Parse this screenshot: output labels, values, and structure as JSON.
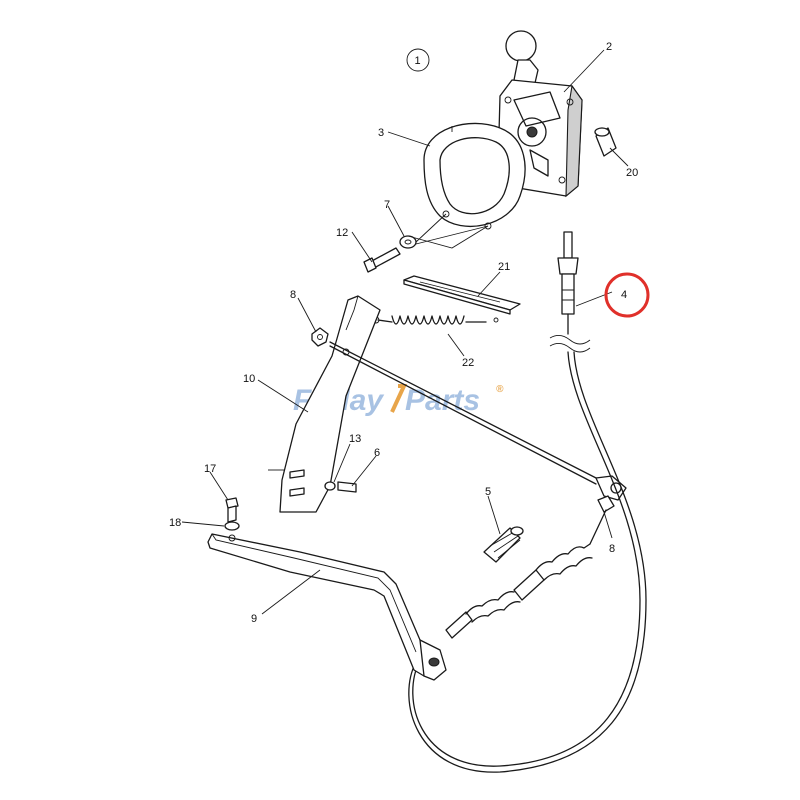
{
  "watermark": {
    "text_left": "Friday",
    "text_right": "Parts",
    "reg_mark": "®"
  },
  "colors": {
    "highlight": "#e0302a",
    "watermark_blue": "#9fbce0",
    "watermark_accent": "#e8a54a"
  },
  "callouts": [
    {
      "id": "c1",
      "label": "1",
      "circled": true
    },
    {
      "id": "c2",
      "label": "2"
    },
    {
      "id": "c3",
      "label": "3"
    },
    {
      "id": "c4",
      "label": "4",
      "highlighted": true
    },
    {
      "id": "c5",
      "label": "5"
    },
    {
      "id": "c6",
      "label": "6"
    },
    {
      "id": "c7",
      "label": "7"
    },
    {
      "id": "c8a",
      "label": "8"
    },
    {
      "id": "c8b",
      "label": "8"
    },
    {
      "id": "c9",
      "label": "9"
    },
    {
      "id": "c10",
      "label": "10"
    },
    {
      "id": "c12",
      "label": "12"
    },
    {
      "id": "c13",
      "label": "13"
    },
    {
      "id": "c17",
      "label": "17"
    },
    {
      "id": "c18",
      "label": "18"
    },
    {
      "id": "c20",
      "label": "20"
    },
    {
      "id": "c21",
      "label": "21"
    },
    {
      "id": "c22",
      "label": "22"
    }
  ]
}
